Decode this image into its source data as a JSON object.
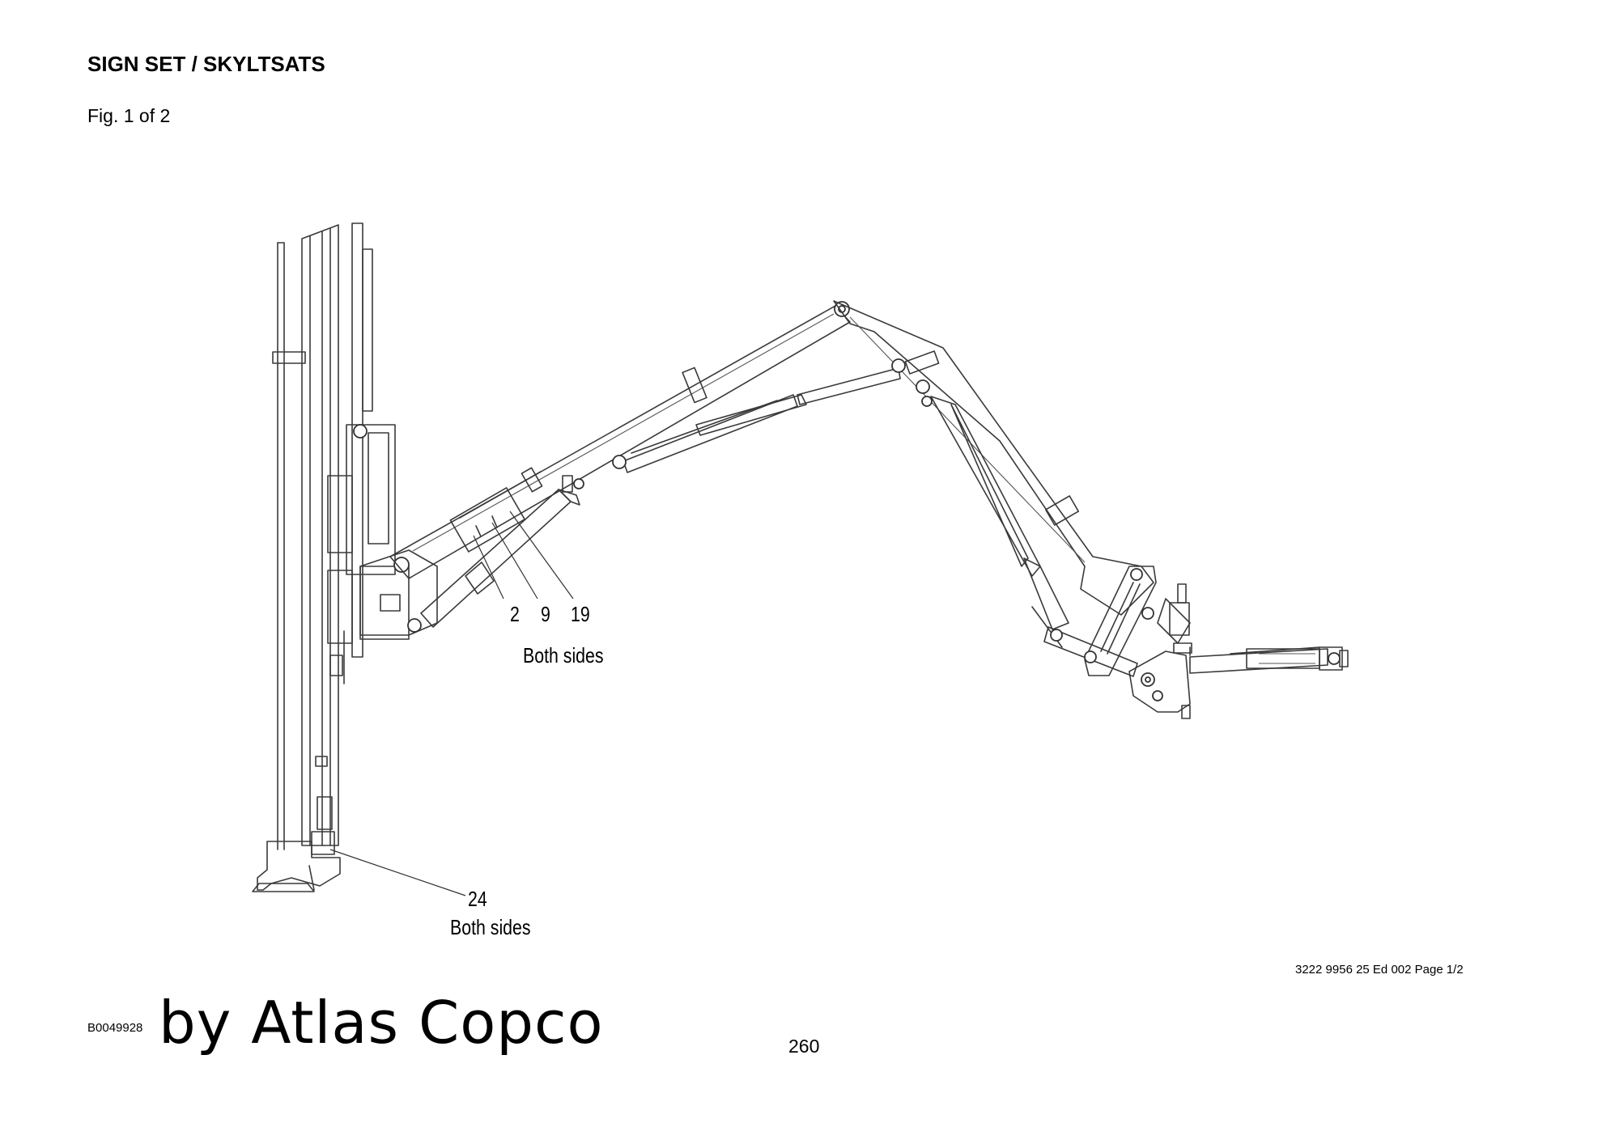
{
  "header": {
    "title": "SIGN SET / SKYLTSATS",
    "figure": "Fig. 1 of 2"
  },
  "callouts": {
    "upper": {
      "items": [
        "2",
        "9",
        "19"
      ],
      "note": "Both sides"
    },
    "lower": {
      "item": "24",
      "note": "Both sides"
    }
  },
  "footer": {
    "doc_ref": "3222 9956 25 Ed 002 Page 1/2",
    "drawing_no": "B0049928",
    "brand": "by Atlas Copco",
    "page_number": "260"
  }
}
